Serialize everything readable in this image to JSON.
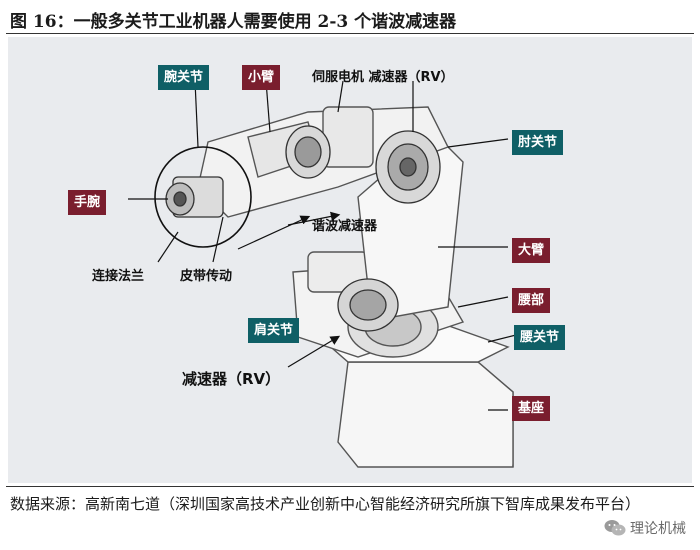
{
  "figure": {
    "title": "图 16：一般多关节工业机器人需要使用 2-3 个谐波减速器"
  },
  "labels": {
    "wrist_joint": "腕关节",
    "forearm": "小臂",
    "servo_reducer": "伺服电机 减速器（RV）",
    "elbow_joint": "肘关节",
    "wrist": "手腕",
    "harmonic_reducer": "谐波减速器",
    "flange": "连接法兰",
    "belt_drive": "皮带传动",
    "upper_arm": "大臂",
    "waist": "腰部",
    "shoulder_joint": "肩关节",
    "waist_joint": "腰关节",
    "reducer_rv": "减速器（RV）",
    "base": "基座"
  },
  "source": {
    "text": "数据来源：高新南七道（深圳国家高技术产业创新中心智能经济研究所旗下智库成果发布平台）"
  },
  "watermark": {
    "text": "理论机械",
    "icon": "wechat-icon"
  },
  "colors": {
    "teal": "#0f5f66",
    "maroon": "#7a1e2e",
    "panel": "#e9ebee"
  }
}
